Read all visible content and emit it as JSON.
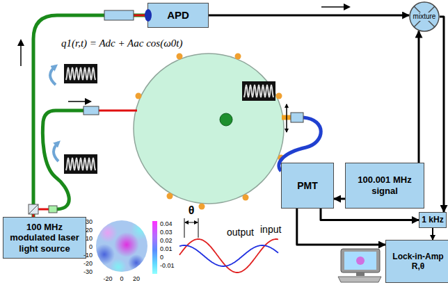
{
  "diagram": {
    "nodes": [
      {
        "text": [
          "APD"
        ]
      },
      {
        "text": [
          "mixture"
        ]
      },
      {
        "text": [
          "PMT"
        ]
      },
      {
        "text": [
          "100.001 MHz signal"
        ]
      },
      {
        "text": [
          "1 kHz"
        ]
      },
      {
        "text": [
          "Lock-in-Amp R,θ"
        ]
      },
      {
        "text": [
          "100 MHz modulated laser light source"
        ]
      }
    ],
    "edges": [
      {
        "from": 0,
        "to": 1,
        "arrow": "to"
      },
      {
        "from": 1,
        "to": 4,
        "arrow": "to"
      },
      {
        "from": 3,
        "to": 1,
        "arrow": "to"
      },
      {
        "from": 3,
        "to": 2,
        "arrow": "to"
      },
      {
        "from": 2,
        "to": 4,
        "arrow": "to"
      },
      {
        "from": 2,
        "to": 5,
        "arrow": "to"
      },
      {
        "from": 4,
        "to": 5,
        "arrow": "to"
      },
      {
        "from": 6,
        "to": 0,
        "arrow": "none"
      }
    ],
    "labels": [
      "q1(r,t) = Adc + Aac cos(ω0t)",
      "θ",
      "input",
      "output",
      "30",
      "20",
      "10",
      "0",
      "-10",
      "-20",
      "-30",
      "-20",
      "0",
      "20",
      "0.04",
      "0.03",
      "0.02",
      "0.01",
      "0",
      "-0.01"
    ]
  }
}
